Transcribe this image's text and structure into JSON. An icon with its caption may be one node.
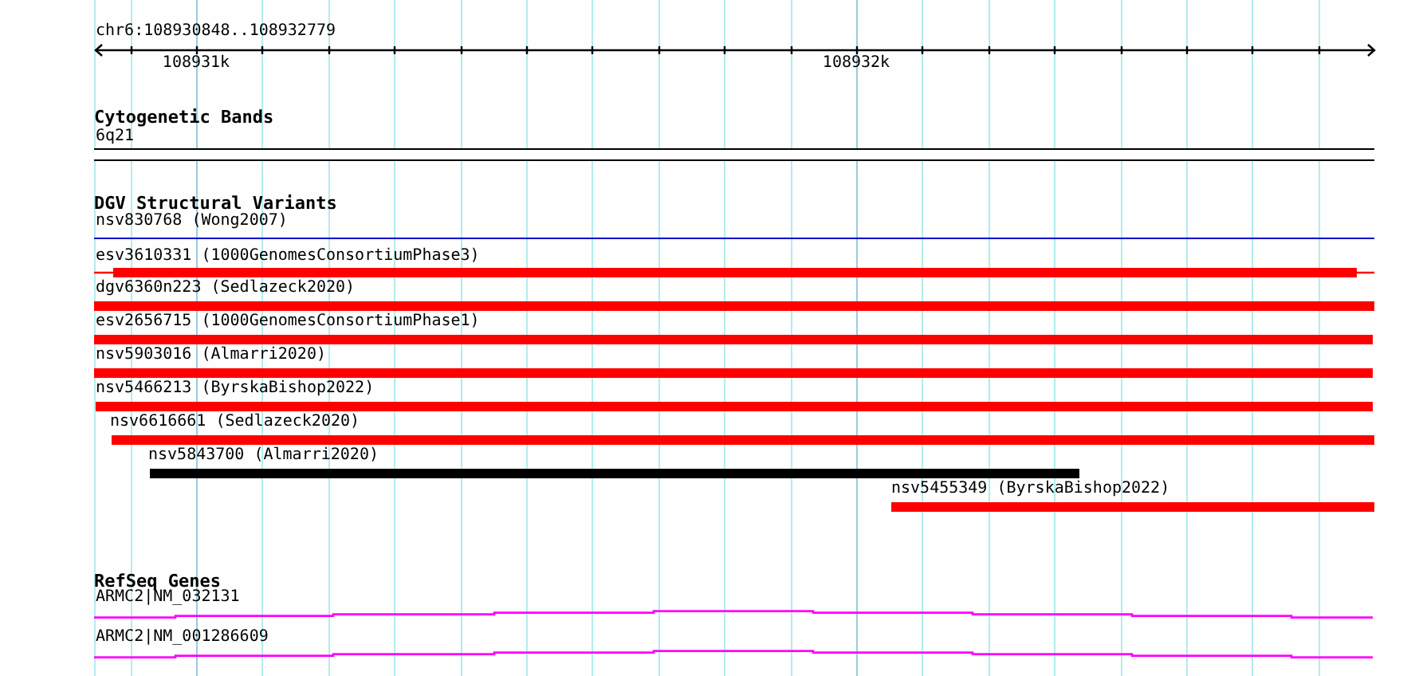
{
  "diagram": {
    "nodes": [
      {
        "text": [
          "6q21"
        ]
      },
      {
        "text": [
          "nsv830768 (Wong2007)"
        ]
      },
      {
        "text": [
          "esv3610331 (1000GenomesConsortiumPhase3)"
        ]
      },
      {
        "text": [
          "dgv6360n223 (Sedlazeck2020)"
        ]
      },
      {
        "text": [
          "esv2656715 (1000GenomesConsortiumPhase1)"
        ]
      },
      {
        "text": [
          "nsv5903016 (Almarri2020)"
        ]
      },
      {
        "text": [
          "nsv5466213 (ByrskaBishop2022)"
        ]
      },
      {
        "text": [
          "nsv6616661 (Sedlazeck2020)"
        ]
      },
      {
        "text": [
          "nsv5843700 (Almarri2020)"
        ]
      },
      {
        "text": [
          "nsv5455349 (ByrskaBishop2022)"
        ]
      },
      {
        "text": [
          "ARMC2|NM_032131"
        ]
      },
      {
        "text": [
          "ARMC2|NM_001286609"
        ]
      }
    ],
    "labels": [
      "chr6:108930848..108932779",
      "108931k",
      "108932k",
      "Cytogenetic Bands",
      "DGV Structural Variants",
      "RefSeq Genes"
    ]
  }
}
